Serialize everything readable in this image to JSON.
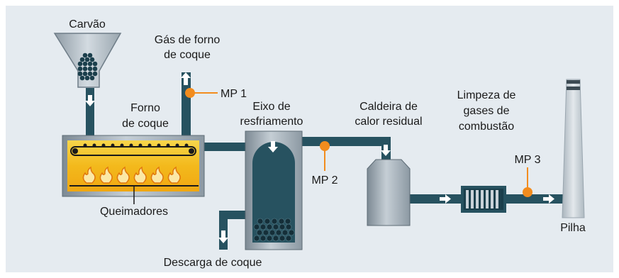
{
  "labels": {
    "coal": "Carvão",
    "coke_oven_gas_1": "Gás de forno",
    "coke_oven_gas_2": "de coque",
    "oven_1": "Forno",
    "oven_2": "de coque",
    "burners": "Queimadores",
    "cooling_shaft_1": "Eixo de",
    "cooling_shaft_2": "resfriamento",
    "coke_discharge": "Descarga de coque",
    "boiler_1": "Caldeira de",
    "boiler_2": "calor residual",
    "cleaning_1": "Limpeza de",
    "cleaning_2": "gases de",
    "cleaning_3": "combustão",
    "stack": "Pilha"
  },
  "measuring_points": {
    "mp1": "MP 1",
    "mp2": "MP 2",
    "mp3": "MP 3"
  },
  "colors": {
    "background": "#e5ebf0",
    "pipe": "#275260",
    "orange": "#f28c1e",
    "flame": "#f6a31a",
    "oven_fill": "#f5c400",
    "steel_dark": "#6f7d88",
    "steel_light": "#c9d2d9"
  }
}
